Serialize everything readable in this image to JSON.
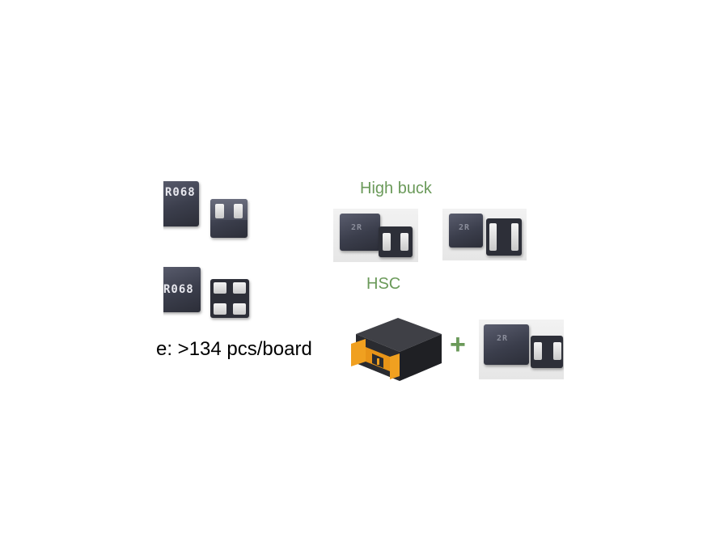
{
  "slide": {
    "label_high_buck": "High buck",
    "label_hsc": "HSC",
    "count_text": "e: >134 pcs/board",
    "plus_sign": "+",
    "chip_marking_1": "R068",
    "chip_marking_2": "R068"
  },
  "colors": {
    "label_green": "#6b9a5a",
    "inductor_body": "#3b3e4c",
    "terminal_orange": "#f0a020"
  }
}
